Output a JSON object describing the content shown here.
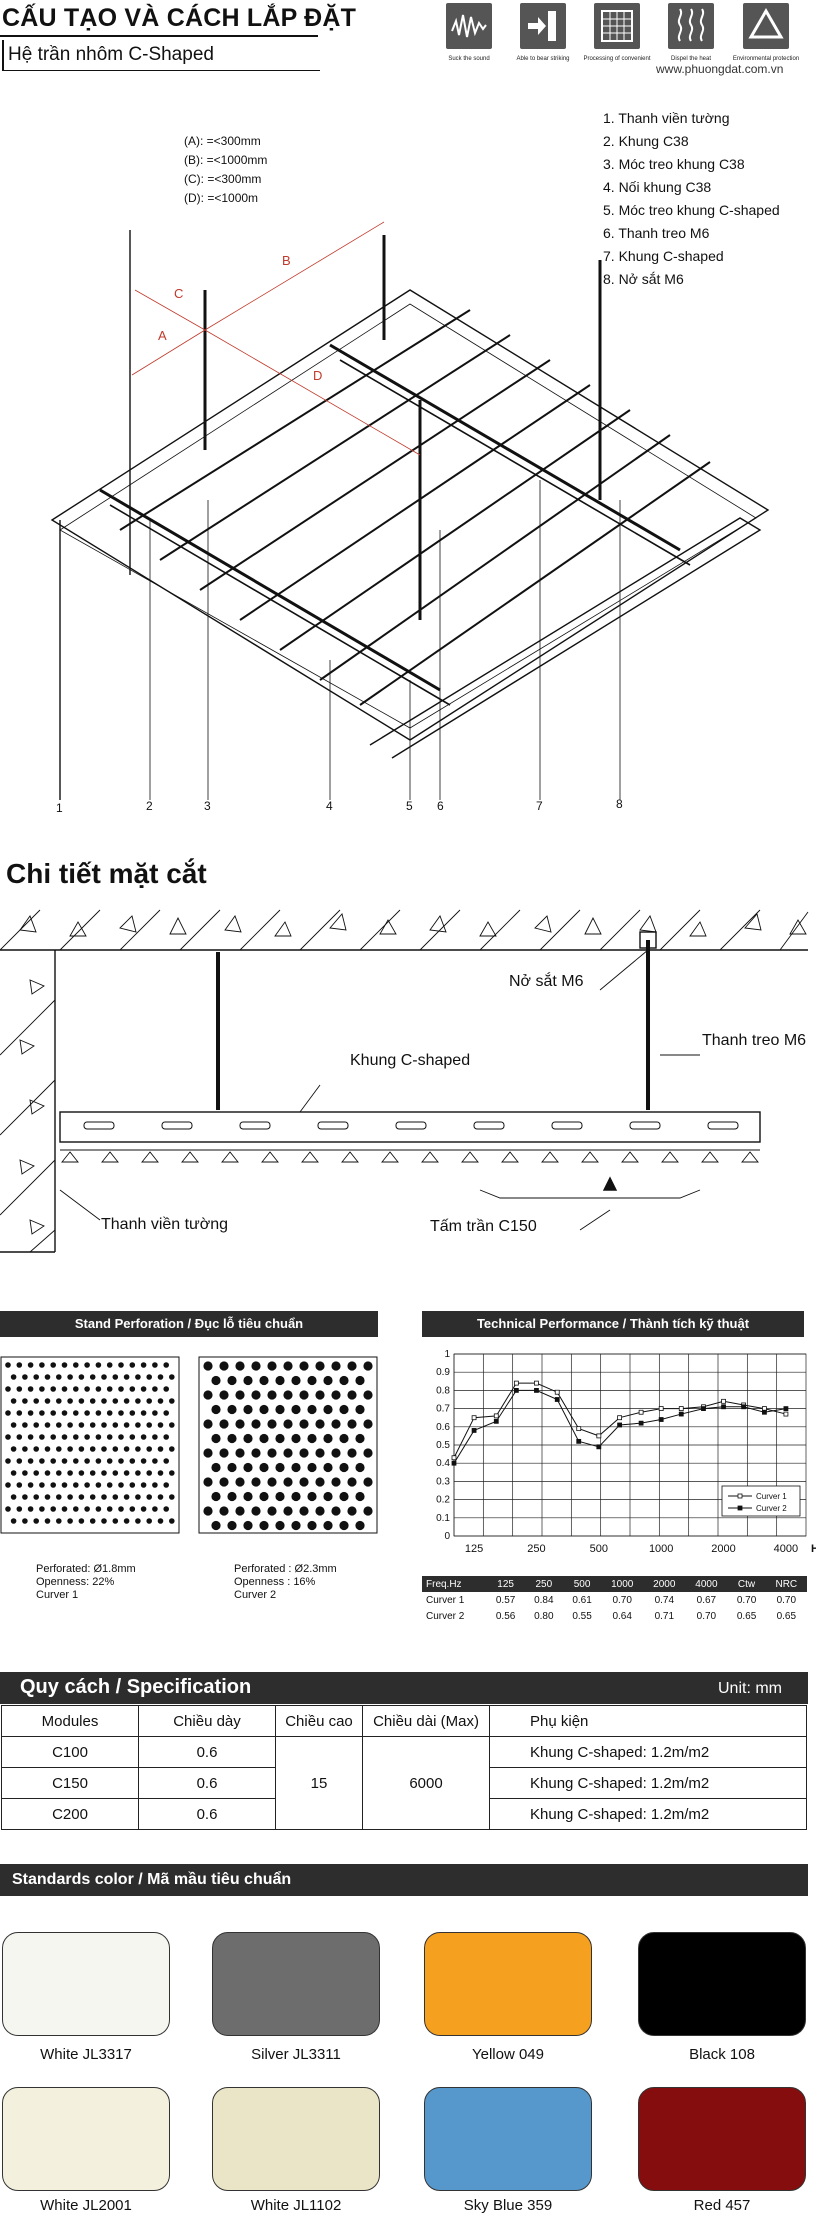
{
  "header": {
    "title": "CẤU TẠO VÀ CÁCH LẮP ĐẶT",
    "subtitle": "Hệ trần nhôm C-Shaped",
    "website": "www.phuongdat.com.vn",
    "features": [
      {
        "icon": "sound-wave-icon",
        "label": "Suck the sound"
      },
      {
        "icon": "strike-arrow-icon",
        "label": "Able to bear striking"
      },
      {
        "icon": "grid-process-icon",
        "label": "Processing of convenient"
      },
      {
        "icon": "heat-waves-icon",
        "label": "Dispel the heat"
      },
      {
        "icon": "recycle-icon",
        "label": "Environmental protection"
      }
    ]
  },
  "assembly": {
    "dimensions": [
      "(A): =<300mm",
      "(B): =<1000mm",
      "(C): =<300mm",
      "(D): =<1000m"
    ],
    "dim_letters": [
      "A",
      "B",
      "C",
      "D"
    ],
    "parts": [
      "1. Thanh viền tường",
      "2. Khung C38",
      "3. Móc treo khung C38",
      "4. Nối khung C38",
      "5. Móc treo khung C-shaped",
      "6. Thanh treo M6",
      "7. Khung C-shaped",
      "8. Nở sắt M6"
    ],
    "callout_numbers": [
      "1",
      "2",
      "3",
      "4",
      "5",
      "6",
      "7",
      "8"
    ]
  },
  "section": {
    "title": "Chi tiết mặt cắt",
    "labels": {
      "anchor": "Nở sắt M6",
      "rod": "Thanh treo M6",
      "frame": "Khung C-shaped",
      "wall_trim": "Thanh viền tường",
      "panel": "Tấm trần C150"
    }
  },
  "perforation": {
    "header": "Stand Perforation / Đục lỗ tiêu chuẩn",
    "left_caption": [
      "Perforated: Ø1.8mm",
      "Openness: 22%",
      "Curver 1"
    ],
    "right_caption": [
      "Perforated  : Ø2.3mm",
      "Openness  : 16%",
      "Curver 2"
    ]
  },
  "technical": {
    "header": "Technical Performance / Thành tích kỹ thuật",
    "table_header": [
      "Freq.Hz",
      "125",
      "250",
      "500",
      "1000",
      "2000",
      "4000",
      "Ctw",
      "NRC"
    ],
    "rows": [
      [
        "Curver 1",
        "0.57",
        "0.84",
        "0.61",
        "0.70",
        "0.74",
        "0.67",
        "0.70",
        "0.70"
      ],
      [
        "Curver 2",
        "0.56",
        "0.80",
        "0.55",
        "0.64",
        "0.71",
        "0.70",
        "0.65",
        "0.65"
      ]
    ]
  },
  "chart_data": {
    "type": "line",
    "x_ticks": [
      "125",
      "250",
      "500",
      "1000",
      "2000",
      "4000"
    ],
    "x_unit": "Hz",
    "y_ticks": [
      "0",
      "0.1",
      "0.2",
      "0.3",
      "0.4",
      "0.5",
      "0.6",
      "0.7",
      "0.8",
      "0.9",
      "1"
    ],
    "ylim": [
      0,
      1
    ],
    "xlabel": "",
    "ylabel": "",
    "grid": true,
    "legend": "bottom-right",
    "series": [
      {
        "name": "Curver 1",
        "marker": "square-outline",
        "x": [
          100,
          125,
          160,
          200,
          250,
          315,
          400,
          500,
          630,
          800,
          1000,
          1250,
          1600,
          2000,
          2500,
          3150,
          4000
        ],
        "values": [
          0.43,
          0.65,
          0.66,
          0.84,
          0.84,
          0.79,
          0.59,
          0.55,
          0.65,
          0.68,
          0.7,
          0.7,
          0.71,
          0.74,
          0.72,
          0.7,
          0.67
        ]
      },
      {
        "name": "Curver 2",
        "marker": "square-filled",
        "x": [
          100,
          125,
          160,
          200,
          250,
          315,
          400,
          500,
          630,
          800,
          1000,
          1250,
          1600,
          2000,
          2500,
          3150,
          4000
        ],
        "values": [
          0.4,
          0.58,
          0.63,
          0.8,
          0.8,
          0.75,
          0.52,
          0.49,
          0.61,
          0.62,
          0.64,
          0.67,
          0.7,
          0.71,
          0.71,
          0.68,
          0.7
        ]
      }
    ]
  },
  "spec": {
    "title": "Quy cách / Specification",
    "unit": "Unit: mm",
    "columns": [
      "Modules",
      "Chiều dày",
      "Chiều cao",
      "Chiều dài (Max)",
      "Phụ kiện"
    ],
    "rows": [
      {
        "module": "C100",
        "thickness": "0.6",
        "accessory": "Khung C-shaped: 1.2m/m2"
      },
      {
        "module": "C150",
        "thickness": "0.6",
        "accessory": "Khung C-shaped: 1.2m/m2"
      },
      {
        "module": "C200",
        "thickness": "0.6",
        "accessory": "Khung C-shaped: 1.2m/m2"
      }
    ],
    "height": "15",
    "length": "6000"
  },
  "colors": {
    "title": "Standards color / Mã mầu tiêu chuẩn",
    "items": [
      {
        "label": "White JL3317",
        "hex": "#f5f6f0"
      },
      {
        "label": "Silver JL3311",
        "hex": "#6d6d6d"
      },
      {
        "label": "Yellow 049",
        "hex": "#f6a020"
      },
      {
        "label": "Black 108",
        "hex": "#000000"
      },
      {
        "label": "White JL2001",
        "hex": "#f3f1de"
      },
      {
        "label": "White JL1102",
        "hex": "#ebe5c7"
      },
      {
        "label": "Sky Blue 359",
        "hex": "#5798cc"
      },
      {
        "label": "Red 457",
        "hex": "#860d0d"
      }
    ]
  }
}
